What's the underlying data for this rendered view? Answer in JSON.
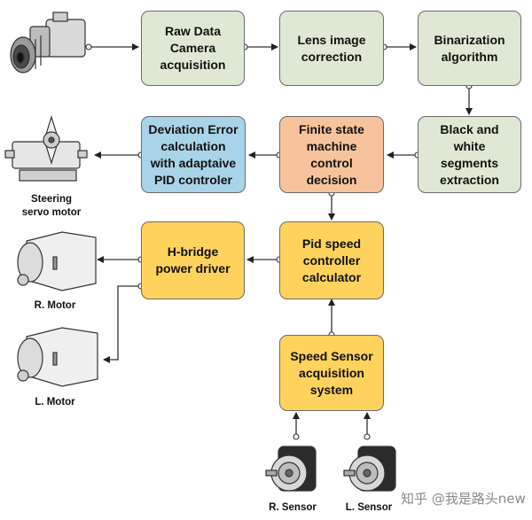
{
  "boxes": {
    "raw_data": "Raw Data\nCamera\nacquisition",
    "lens": "Lens image\ncorrection",
    "binarization": "Binarization\nalgorithm",
    "black_white": "Black and\nwhite\nsegments\nextraction",
    "fsm": "Finite state\nmachine\ncontrol\ndecision",
    "deviation": "Deviation Error\ncalculation\nwith adaptaive\nPID controler",
    "pid_speed": "Pid speed\ncontroller\ncalculator",
    "hbridge": "H-bridge\npower driver",
    "speed_sensor": "Speed Sensor\nacquisition\nsystem"
  },
  "labels": {
    "steering": "Steering\nservo motor",
    "r_motor": "R. Motor",
    "l_motor": "L. Motor",
    "r_sensor": "R. Sensor",
    "l_sensor": "L. Sensor"
  },
  "colors": {
    "green_box": "#dfe8d4",
    "orange_box": "#f7c39c",
    "blue_box": "#a9d3e8",
    "yellow_box": "#fdd35e"
  },
  "icons": [
    "camera-icon",
    "servo-motor-icon",
    "dc-motor-icon",
    "encoder-icon"
  ],
  "watermark": "知乎 @我是路头new"
}
